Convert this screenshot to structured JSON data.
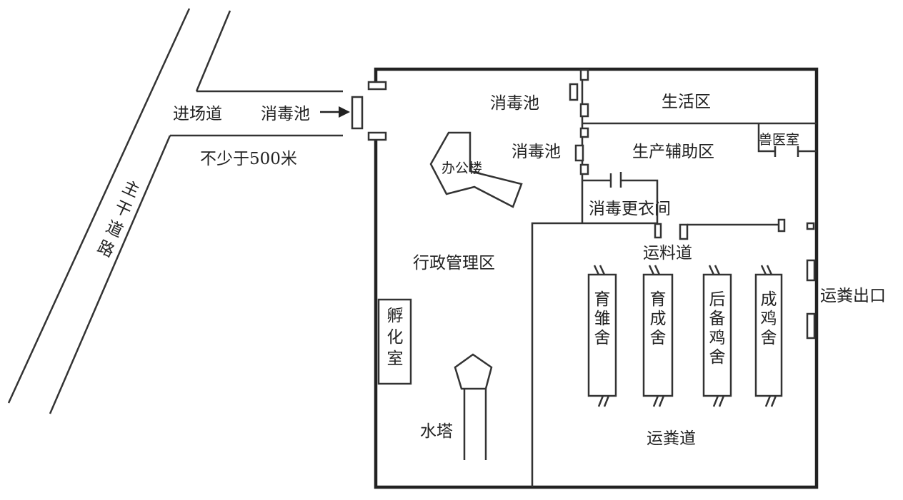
{
  "diagram": {
    "main_road": [
      "主",
      "干",
      "道",
      "路"
    ],
    "entry_road": "进场道",
    "entry_pool": "消毒池",
    "distance": "不少于500米",
    "pool_admin": "消毒池",
    "living_area": "生活区",
    "pool_production": "消毒池",
    "production_aux_area": "生产辅助区",
    "vet_room": "兽医室",
    "office": "办公楼",
    "changing_room": "消毒更衣间",
    "feed_road": "运料道",
    "admin_area": "行政管理区",
    "hatchery": [
      "孵",
      "化",
      "室"
    ],
    "water_tower": "水塔",
    "manure_exit": "运粪出口",
    "manure_road": "运粪道",
    "houses": [
      {
        "chars": [
          "育",
          "雏",
          "舍"
        ]
      },
      {
        "chars": [
          "育",
          "成",
          "舍"
        ]
      },
      {
        "chars": [
          "后",
          "备",
          "鸡",
          "舍"
        ]
      },
      {
        "chars": [
          "成",
          "鸡",
          "舍"
        ]
      }
    ]
  }
}
